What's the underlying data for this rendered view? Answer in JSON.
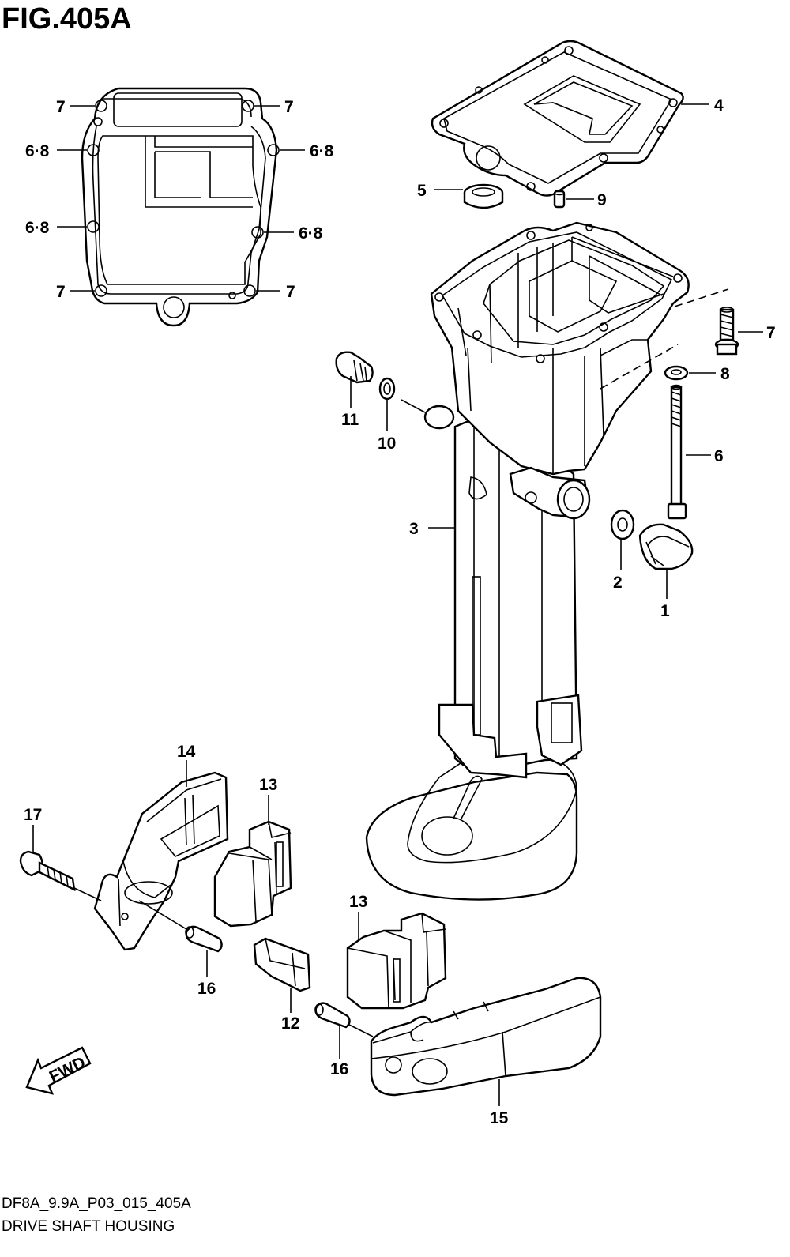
{
  "title": "FIG.405A",
  "footer": {
    "code": "DF8A_9.9A_P03_015_405A",
    "caption": "DRIVE SHAFT HOUSING"
  },
  "fwd_label": "FWD",
  "callouts": {
    "gasket_tl_7": "7",
    "gasket_tr_7": "7",
    "gasket_l1_68": "6·8",
    "gasket_r1_68": "6·8",
    "gasket_l2_68": "6·8",
    "gasket_r2_68": "6·8",
    "gasket_bl_7": "7",
    "gasket_br_7": "7",
    "p4": "4",
    "p5": "5",
    "p9": "9",
    "p7": "7",
    "p8": "8",
    "p6": "6",
    "p11": "11",
    "p10": "10",
    "p3": "3",
    "p2": "2",
    "p1": "1",
    "p14": "14",
    "p13a": "13",
    "p17": "17",
    "p16a": "16",
    "p12": "12",
    "p13b": "13",
    "p16b": "16",
    "p15": "15"
  }
}
